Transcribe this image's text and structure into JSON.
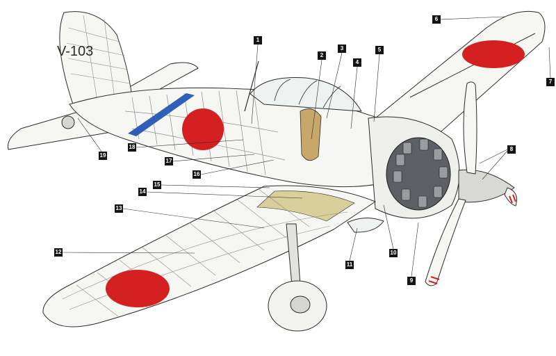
{
  "fuselage_code": "V-103",
  "callouts": [
    {
      "num": "1"
    },
    {
      "num": "2"
    },
    {
      "num": "3"
    },
    {
      "num": "4"
    },
    {
      "num": "5"
    },
    {
      "num": "6"
    },
    {
      "num": "7"
    },
    {
      "num": "8"
    },
    {
      "num": "9"
    },
    {
      "num": "10"
    },
    {
      "num": "11"
    },
    {
      "num": "12"
    },
    {
      "num": "13"
    },
    {
      "num": "14"
    },
    {
      "num": "15"
    },
    {
      "num": "16"
    },
    {
      "num": "17"
    },
    {
      "num": "18"
    },
    {
      "num": "19"
    }
  ],
  "colors": {
    "hinomaru_red": "#d42020",
    "fuselage_band_blue": "#2f5fb8",
    "outline": "#2a2a2a",
    "skin": "#f6f6f2",
    "frame": "#8a8f88",
    "engine": "#5c5f63",
    "cockpit_tan": "#c8a86a",
    "wing_root_tan": "#d9cf9a"
  }
}
